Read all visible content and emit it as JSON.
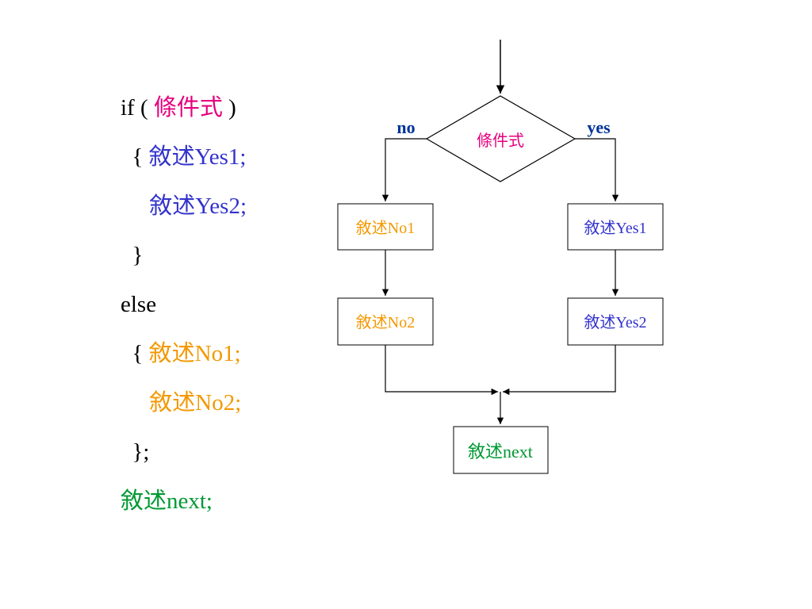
{
  "code": {
    "if_kw": "if (",
    "condition": "條件式",
    "close_paren": ")",
    "open_brace": "{",
    "yes1": "敘述Yes1;",
    "yes2": "敘述Yes2;",
    "close_brace": "}",
    "else_kw": "else",
    "no1": "敘述No1;",
    "no2": "敘述No2;",
    "close_brace_semi": "};",
    "next": "敘述next;"
  },
  "flowchart": {
    "decision": "條件式",
    "no_label": "no",
    "yes_label": "yes",
    "no1": "敘述No1",
    "no2": "敘述No2",
    "yes1": "敘述Yes1",
    "yes2": "敘述Yes2",
    "next": "敘述next"
  },
  "colors": {
    "condition": "#e6007e",
    "yes_branch": "#3333cc",
    "no_branch": "#f39800",
    "next": "#009933",
    "branch_label": "#003399"
  }
}
